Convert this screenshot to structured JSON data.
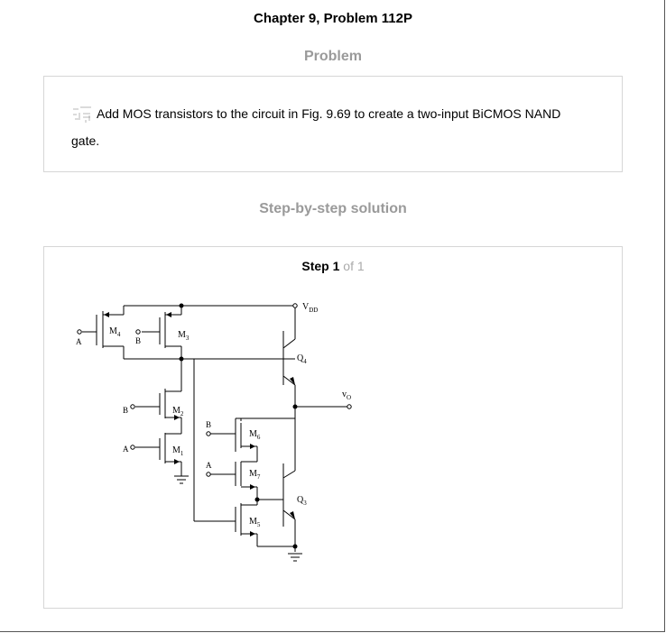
{
  "header": {
    "title": "Chapter 9, Problem 112P"
  },
  "problem": {
    "heading": "Problem",
    "text": "Add MOS transistors to the circuit in Fig. 9.69 to create a two-input BiCMOS NAND gate."
  },
  "solution": {
    "heading": "Step-by-step solution",
    "step_word": "Step",
    "step_number": "1",
    "step_total": "of 1"
  },
  "circuit": {
    "labels": {
      "vdd": "V",
      "vdd_sub": "DD",
      "vo": "v",
      "vo_sub": "O",
      "m4": "M",
      "m4_sub": "4",
      "m3": "M",
      "m3_sub": "3",
      "m2": "M",
      "m2_sub": "2",
      "m1": "M",
      "m1_sub": "1",
      "m6": "M",
      "m6_sub": "6",
      "m7": "M",
      "m7_sub": "7",
      "m5": "M",
      "m5_sub": "5",
      "q4": "Q",
      "q4_sub": "4",
      "q3": "Q",
      "q3_sub": "3",
      "in_a_m4": "A",
      "in_b_m3": "B",
      "in_b_m2": "B",
      "in_a_m1": "A",
      "in_b_m6": "B",
      "in_a_m7": "A"
    }
  }
}
